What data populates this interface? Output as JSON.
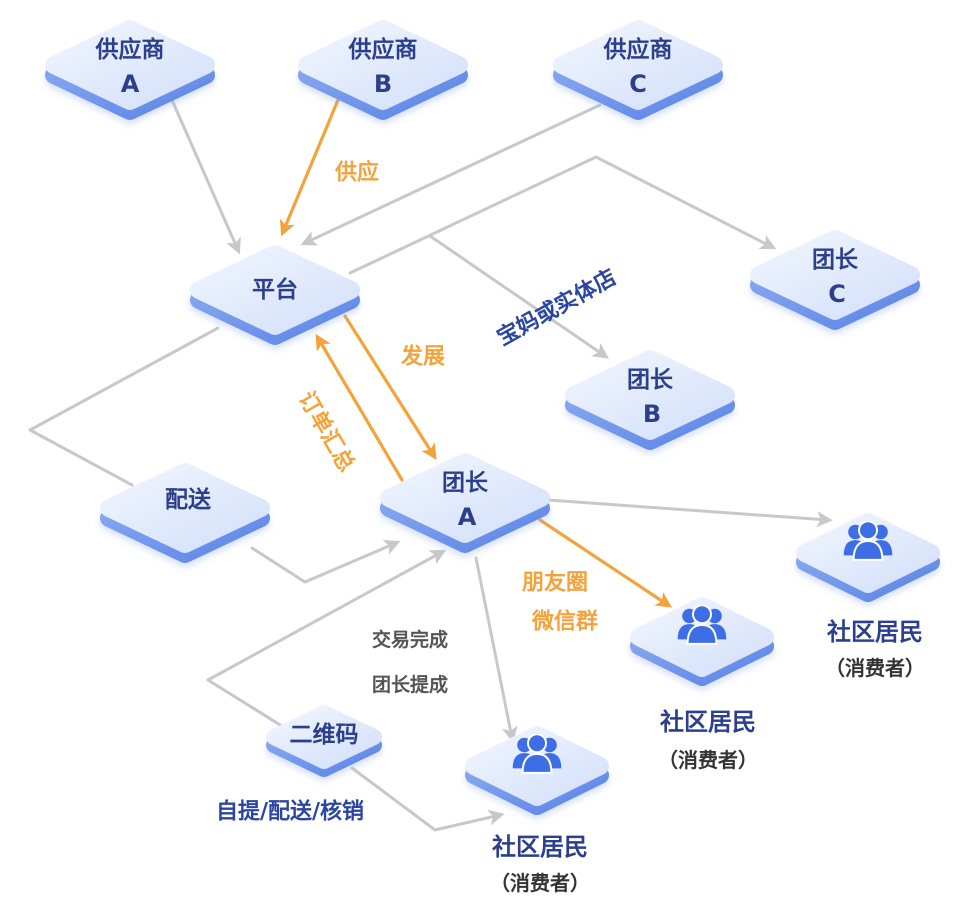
{
  "nodes": {
    "supplier_a": {
      "line1": "供应商",
      "line2": "A"
    },
    "supplier_b": {
      "line1": "供应商",
      "line2": "B"
    },
    "supplier_c": {
      "line1": "供应商",
      "line2": "C"
    },
    "platform": {
      "label": "平台"
    },
    "leader_c": {
      "line1": "团长",
      "line2": "C"
    },
    "leader_b": {
      "line1": "团长",
      "line2": "B"
    },
    "leader_a": {
      "line1": "团长",
      "line2": "A"
    },
    "delivery": {
      "label": "配送"
    },
    "qrcode": {
      "label": "二维码"
    },
    "residents": [
      {
        "line1": "社区居民",
        "line2": "（消费者）",
        "icon": "people-group-icon"
      },
      {
        "line1": "社区居民",
        "line2": "（消费者）",
        "icon": "people-group-icon"
      },
      {
        "line1": "社区居民",
        "line2": "（消费者）",
        "icon": "people-group-icon"
      }
    ]
  },
  "edge_labels": {
    "supply": "供应",
    "develop": "发展",
    "order_summary": "订单汇总",
    "mom_or_store": "宝妈或实体店",
    "moments": "朋友圈",
    "wechat_group": "微信群",
    "trade_done": "交易完成",
    "leader_commission": "团长提成",
    "pickup": "自提/配送/核销"
  },
  "colors": {
    "orange": "#f3a33c",
    "line_gray": "#c8c8c8",
    "navy": "#2c3f8c",
    "people_blue": "#3d6ee6",
    "tile_top": "#e3ebfc",
    "tile_edge": "#6a90e8"
  }
}
